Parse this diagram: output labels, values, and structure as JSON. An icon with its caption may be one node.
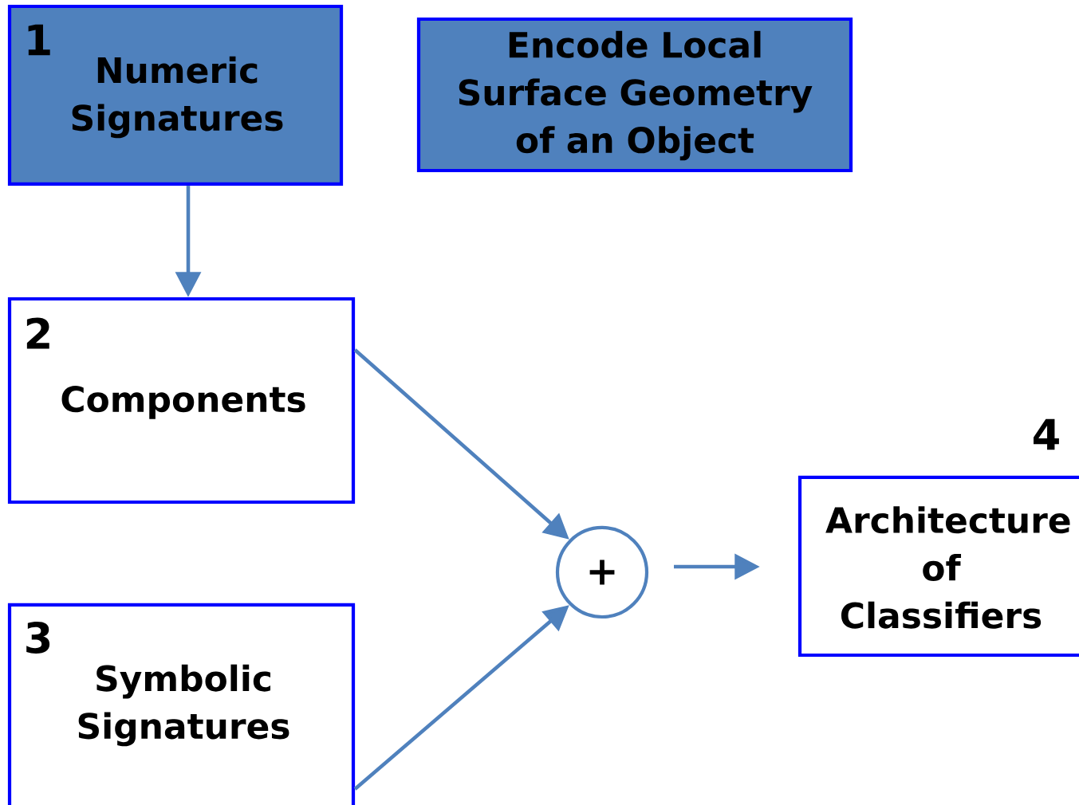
{
  "diagram": {
    "nodes": [
      {
        "text": [
          "1",
          "Numeric Signatures"
        ]
      },
      {
        "text": [
          "Encode Local Surface Geometry of an Object"
        ]
      },
      {
        "text": [
          "2",
          "Components"
        ]
      },
      {
        "text": [
          "3",
          "Symbolic Signatures"
        ]
      },
      {
        "text": [
          "+"
        ]
      },
      {
        "text": [
          "Architecture of Classifiers"
        ],
        "beside": [
          "4"
        ]
      }
    ],
    "edges": [
      {
        "from": 0,
        "to": 2,
        "arrow": "to"
      },
      {
        "from": 2,
        "to": 4,
        "arrow": "to"
      },
      {
        "from": 3,
        "to": 4,
        "arrow": "to"
      },
      {
        "from": 4,
        "to": 5,
        "arrow": "to"
      }
    ]
  }
}
